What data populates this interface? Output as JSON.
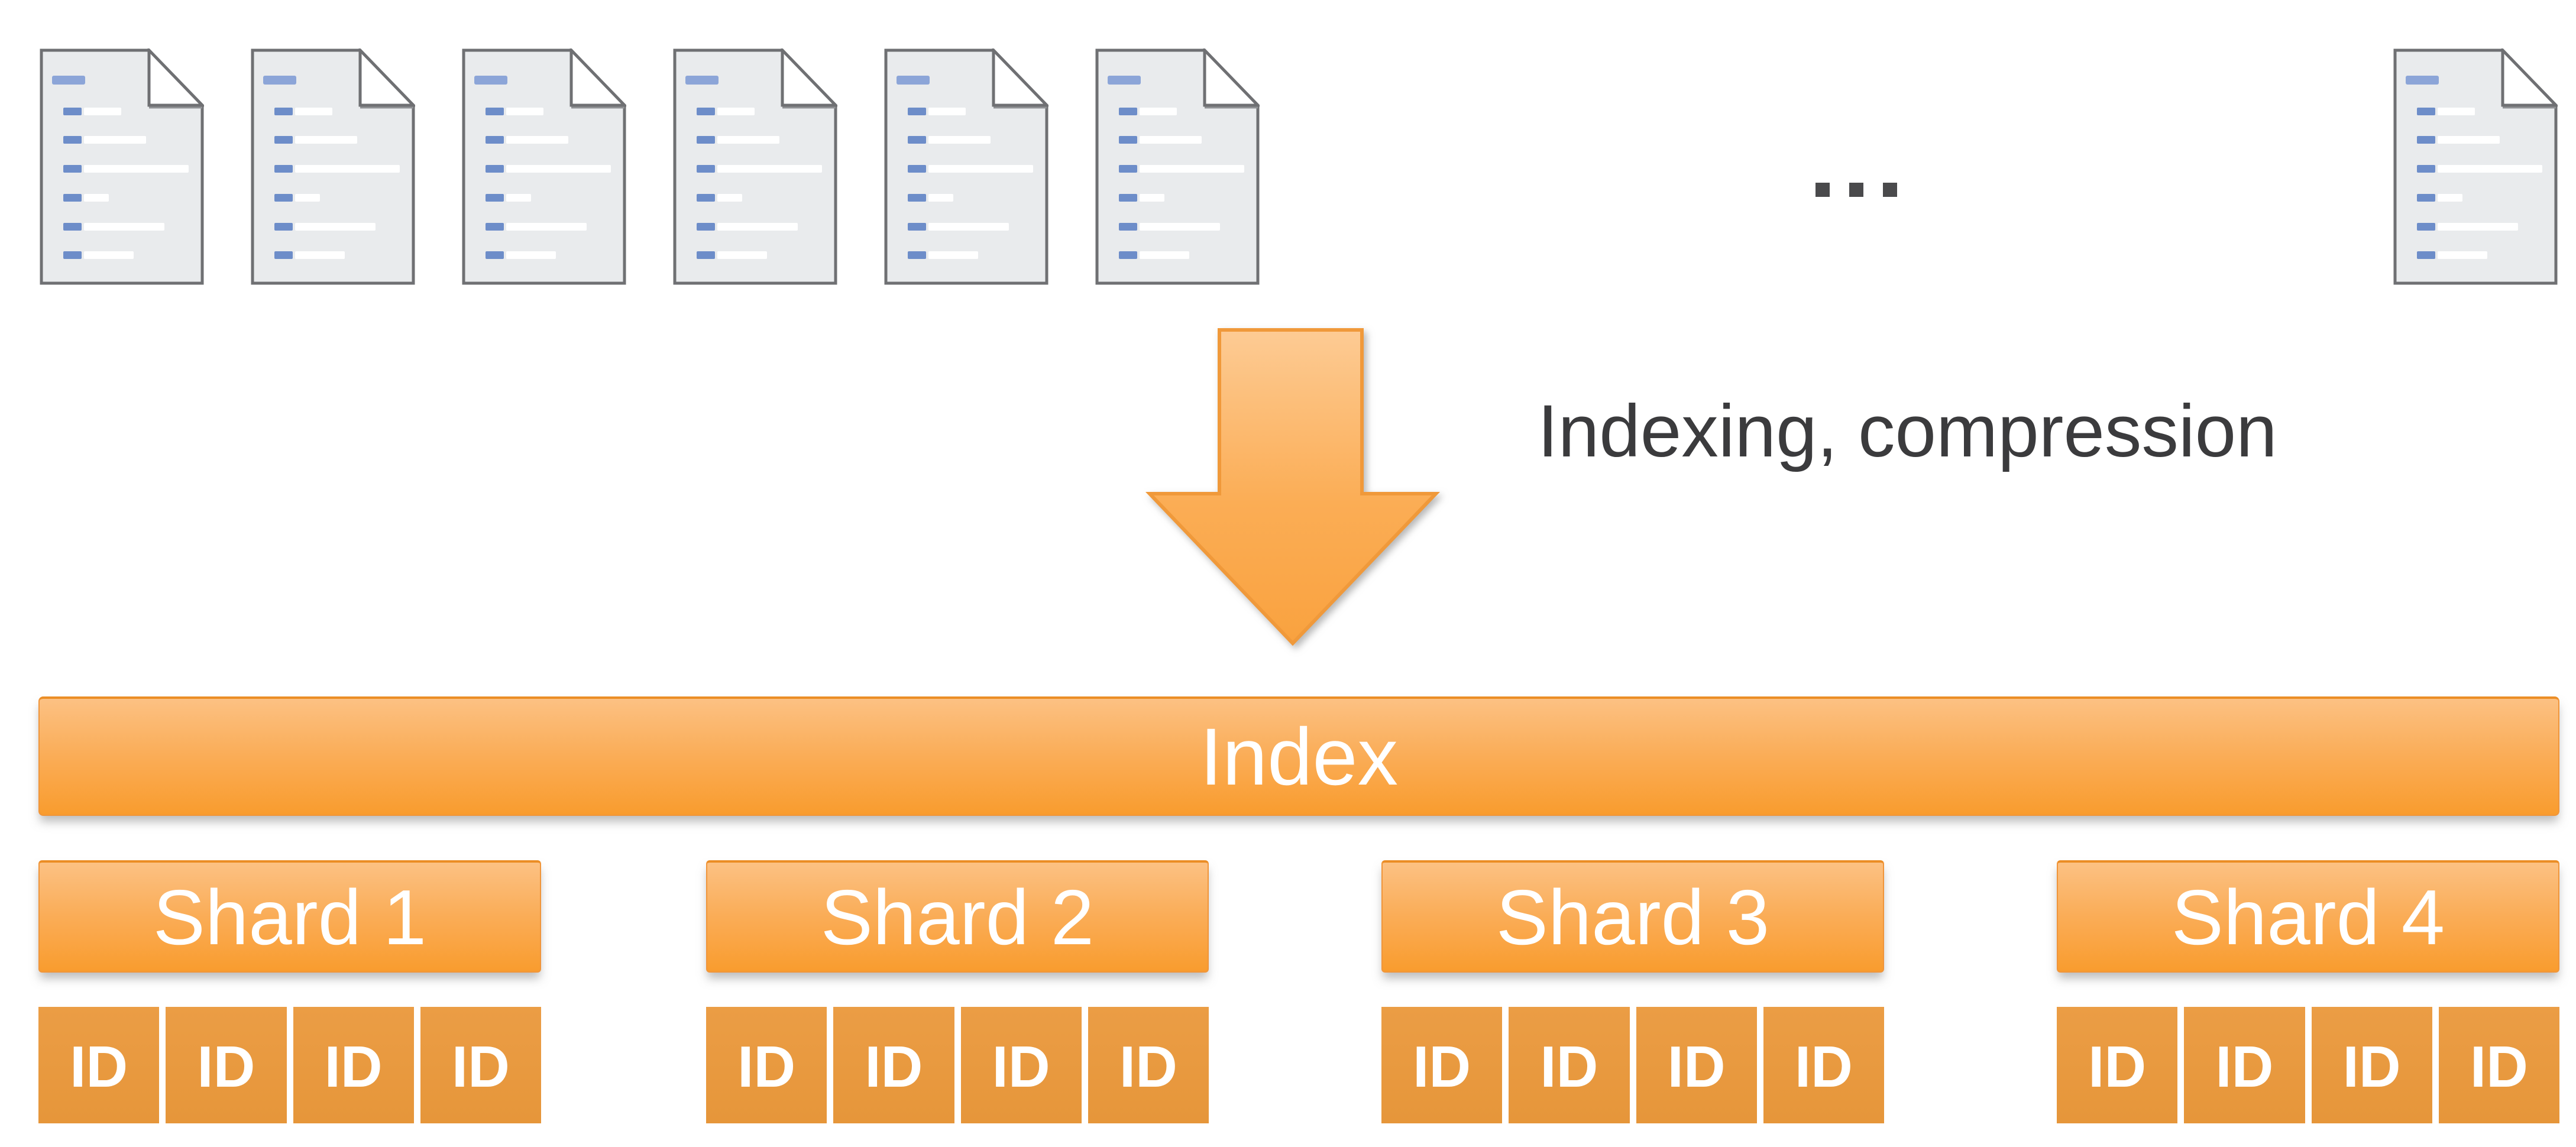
{
  "diagram": {
    "documents": {
      "count": 7,
      "description": "document-icon"
    },
    "ellipsis": "...",
    "process_label": "Indexing, compression",
    "index": {
      "label": "Index"
    },
    "shards": [
      {
        "label": "Shard 1",
        "ids": [
          "ID",
          "ID",
          "ID",
          "ID"
        ]
      },
      {
        "label": "Shard 2",
        "ids": [
          "ID",
          "ID",
          "ID",
          "ID"
        ]
      },
      {
        "label": "Shard 3",
        "ids": [
          "ID",
          "ID",
          "ID",
          "ID"
        ]
      },
      {
        "label": "Shard 4",
        "ids": [
          "ID",
          "ID",
          "ID",
          "ID"
        ]
      }
    ],
    "colors": {
      "accent_orange": "#F9A03C",
      "accent_orange_light": "#FCC185",
      "accent_orange_dark": "#ED8F27",
      "id_cell_orange": "#E8993F",
      "doc_title_blue": "#8CA5D8",
      "doc_bullet_blue": "#6D8DC9",
      "doc_page_gray": "#E9EBED",
      "label_text_gray": "#3B3B3D"
    }
  }
}
